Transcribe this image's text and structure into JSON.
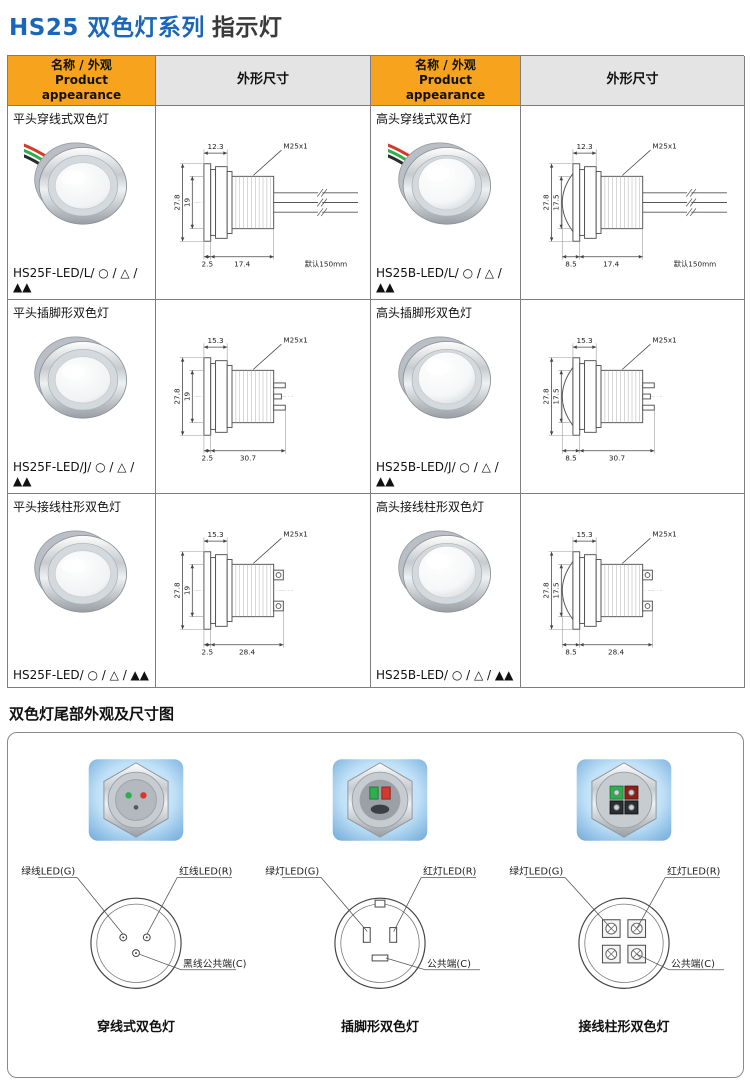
{
  "page": {
    "title_blue": "HS25 双色灯系列",
    "title_dark": "指示灯",
    "colors": {
      "title_blue": "#1b66b8",
      "header_orange": "#f7a31d",
      "led_green": "#2fae4e",
      "led_red": "#d23a2e"
    }
  },
  "table": {
    "header": {
      "appearance_line1": "名称 / 外观",
      "appearance_line2": "Product",
      "appearance_line3": "appearance",
      "dimensions": "外形尺寸"
    },
    "rows": [
      {
        "left": {
          "name": "平头穿线式双色灯",
          "model": "HS25F-LED/L/ ○ / △ / ▲▲",
          "photo": {
            "head": "flat",
            "tail": "wire"
          },
          "drawing": {
            "head": "flat",
            "tail": "wire",
            "top": "12.3",
            "thread": "M25x1",
            "dia_outer": "27.8",
            "dia_inner": "19",
            "len_head": "2.5",
            "len_body": "17.4",
            "wire_note": "默认150mm"
          }
        },
        "right": {
          "name": "高头穿线式双色灯",
          "model": "HS25B-LED/L/ ○ / △ / ▲▲",
          "photo": {
            "head": "dome",
            "tail": "wire"
          },
          "drawing": {
            "head": "dome",
            "tail": "wire",
            "top": "12.3",
            "thread": "M25x1",
            "dia_outer": "27.8",
            "dia_inner": "17.5",
            "len_head": "8.5",
            "len_body": "17.4",
            "wire_note": "默认150mm"
          }
        }
      },
      {
        "left": {
          "name": "平头插脚形双色灯",
          "model": "HS25F-LED/J/ ○ / △ / ▲▲",
          "photo": {
            "head": "flat",
            "tail": "pin"
          },
          "drawing": {
            "head": "flat",
            "tail": "pin",
            "top": "15.3",
            "thread": "M25x1",
            "dia_outer": "27.8",
            "dia_inner": "19",
            "len_head": "2.5",
            "len_body": "30.7"
          }
        },
        "right": {
          "name": "高头插脚形双色灯",
          "model": "HS25B-LED/J/ ○ / △ / ▲▲",
          "photo": {
            "head": "dome",
            "tail": "pin"
          },
          "drawing": {
            "head": "dome",
            "tail": "pin",
            "top": "15.3",
            "thread": "M25x1",
            "dia_outer": "27.8",
            "dia_inner": "17.5",
            "len_head": "8.5",
            "len_body": "30.7"
          }
        }
      },
      {
        "left": {
          "name": "平头接线柱形双色灯",
          "model": "HS25F-LED/ ○ / △ / ▲▲",
          "photo": {
            "head": "flat",
            "tail": "terminal"
          },
          "drawing": {
            "head": "flat",
            "tail": "terminal",
            "top": "15.3",
            "thread": "M25x1",
            "dia_outer": "27.8",
            "dia_inner": "19",
            "len_head": "2.5",
            "len_body": "28.4"
          }
        },
        "right": {
          "name": "高头接线柱形双色灯",
          "model": "HS25B-LED/ ○ / △ / ▲▲",
          "photo": {
            "head": "dome",
            "tail": "terminal"
          },
          "drawing": {
            "head": "dome",
            "tail": "terminal",
            "top": "15.3",
            "thread": "M25x1",
            "dia_outer": "27.8",
            "dia_inner": "17.5",
            "len_head": "8.5",
            "len_body": "28.4"
          }
        }
      }
    ]
  },
  "tail_section": {
    "title": "双色灯尾部外观及尺寸图",
    "groups": [
      {
        "type": "wire",
        "caption": "穿线式双色灯",
        "labels": {
          "green": "绿线LED(G)",
          "red": "红线LED(R)",
          "common": "黑线公共端(C)"
        }
      },
      {
        "type": "pin",
        "caption": "插脚形双色灯",
        "labels": {
          "green": "绿灯LED(G)",
          "red": "红灯LED(R)",
          "common": "公共端(C)"
        }
      },
      {
        "type": "terminal",
        "caption": "接线柱形双色灯",
        "labels": {
          "green": "绿灯LED(G)",
          "red": "红灯LED(R)",
          "common": "公共端(C)"
        }
      }
    ]
  }
}
